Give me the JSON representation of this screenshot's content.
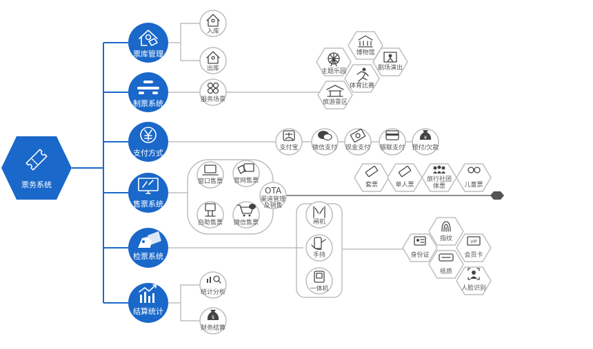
{
  "root": {
    "label": "票务系统"
  },
  "modules": {
    "inventory": {
      "label": "票库管理",
      "children": [
        "入库",
        "出库"
      ]
    },
    "ticketing": {
      "label": "制票系统",
      "service": "服务场景"
    },
    "payment": {
      "label": "支付方式"
    },
    "sales": {
      "label": "售票系统",
      "children": [
        "窗口售票",
        "官网售票",
        "自助售票",
        "微信售票"
      ]
    },
    "checking": {
      "label": "检票系统"
    },
    "settlement": {
      "label": "结算统计",
      "children": [
        "统计分析",
        "财务结算"
      ]
    }
  },
  "scenes": [
    "博物馆",
    "主题乐园",
    "剧场演出",
    "体育比赛",
    "旅游景区"
  ],
  "payments": [
    "支付宝",
    "微信支付",
    "现金支付",
    "银联支付",
    "预付/欠款"
  ],
  "ota": {
    "title": "OTA",
    "line1": "渠道管理",
    "line2": "及销售"
  },
  "ticket_types": [
    "套票",
    "单人票",
    "旅行社团",
    "体票",
    "儿童票"
  ],
  "gates": [
    "闸机",
    "手持",
    "一体机"
  ],
  "check_methods": [
    "身份证",
    "指纹",
    "会员卡",
    "纸质",
    "人脸识别"
  ],
  "colors": {
    "primary": "#1a68c9",
    "ring": "#bdbdbd",
    "icon": "#444444",
    "text": "#555555"
  }
}
